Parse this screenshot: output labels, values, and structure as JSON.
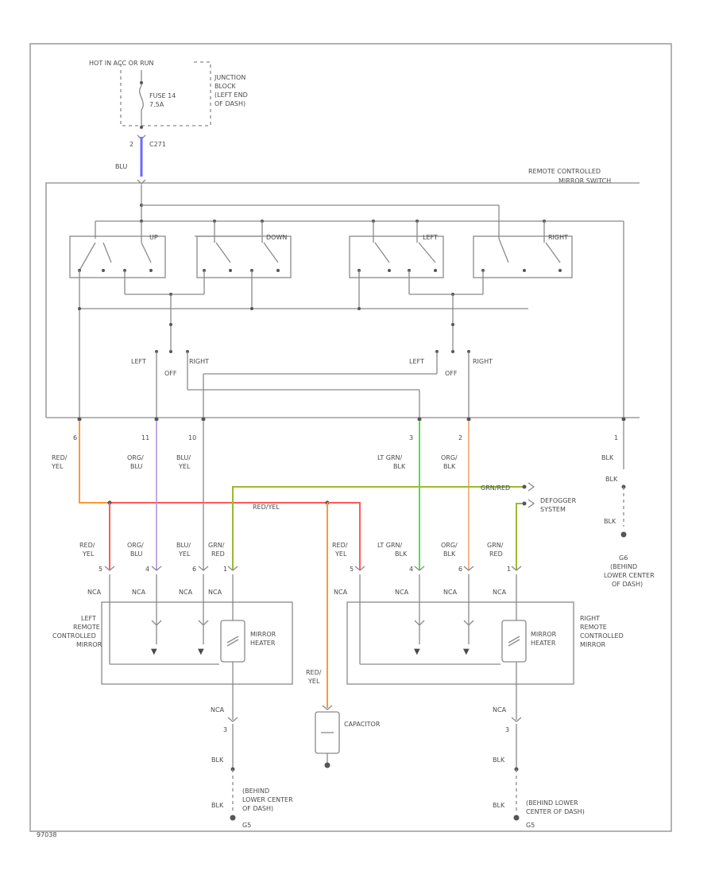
{
  "source": {
    "hot_label": "HOT IN ACC OR RUN",
    "fuse": "FUSE 14",
    "fuse_rating": "7.5A",
    "junction_lines": [
      "JUNCTION",
      "BLOCK",
      "(LEFT END",
      "OF DASH)"
    ],
    "connector_pin": "2",
    "connector_id": "C271",
    "wire": "BLU"
  },
  "switch": {
    "title_lines": [
      "REMOTE CONTROLLED",
      "MIRROR SWITCH"
    ],
    "modes": [
      "UP",
      "DOWN",
      "LEFT",
      "RIGHT"
    ],
    "selector_labels": {
      "left": "LEFT",
      "off": "OFF",
      "right": "RIGHT"
    }
  },
  "switch_pins": [
    "6",
    "11",
    "10",
    "3",
    "2",
    "1"
  ],
  "switch_wires": [
    [
      "RED/",
      "YEL"
    ],
    [
      "ORG/",
      "BLU"
    ],
    [
      "BLU/",
      "YEL"
    ],
    [
      "LT GRN/",
      "BLK"
    ],
    [
      "ORG/",
      "BLK"
    ],
    [
      "BLK"
    ]
  ],
  "bus": {
    "label": "RED/YEL",
    "defogger_wire": "GRN/RED"
  },
  "defogger": [
    "DEFOGGER",
    "SYSTEM"
  ],
  "ground_right": {
    "wire": "BLK",
    "id": "G6",
    "lines": [
      "(BEHIND",
      "LOWER CENTER",
      "OF DASH)"
    ]
  },
  "mirror_left": {
    "pins": [
      "5",
      "4",
      "6",
      "1"
    ],
    "wires": [
      [
        "RED/",
        "YEL"
      ],
      [
        "ORG/",
        "BLU"
      ],
      [
        "BLU/",
        "YEL"
      ],
      [
        "GRN/",
        "RED"
      ]
    ],
    "conn": "NCA",
    "label_lines": [
      "LEFT",
      "REMOTE",
      "CONTROLLED",
      "MIRROR"
    ],
    "heater": [
      "MIRROR",
      "HEATER"
    ]
  },
  "mirror_right": {
    "pins": [
      "5",
      "4",
      "6",
      "1"
    ],
    "wires": [
      [
        "RED/",
        "YEL"
      ],
      [
        "LT GRN/",
        "BLK"
      ],
      [
        "ORG/",
        "BLK"
      ],
      [
        "GRN/",
        "RED"
      ]
    ],
    "conn": "NCA",
    "label_lines": [
      "RIGHT",
      "REMOTE",
      "CONTROLLED",
      "MIRROR"
    ],
    "heater": [
      "MIRROR",
      "HEATER"
    ]
  },
  "capacitor": {
    "label": "CAPACITOR",
    "wire": [
      "RED/",
      "YEL"
    ]
  },
  "ground_left": {
    "conn": "NCA",
    "pin": "3",
    "wire": "BLK",
    "id": "G5",
    "lines": [
      "(BEHIND",
      "LOWER CENTER",
      "OF DASH)"
    ]
  },
  "ground_right_mirror": {
    "conn": "NCA",
    "pin": "3",
    "wire": "BLK",
    "id": "G5",
    "lines": [
      "(BEHIND LOWER",
      "CENTER OF DASH)"
    ]
  },
  "footer_code": "97038",
  "colors": {
    "blue_wire": "#6b6bff",
    "red_yel": "#ff5a5a",
    "orange": "#ff9933",
    "violet": "#b48cdc",
    "green": "#55dd55",
    "olive": "#99bb33",
    "tan": "#e8a060"
  }
}
